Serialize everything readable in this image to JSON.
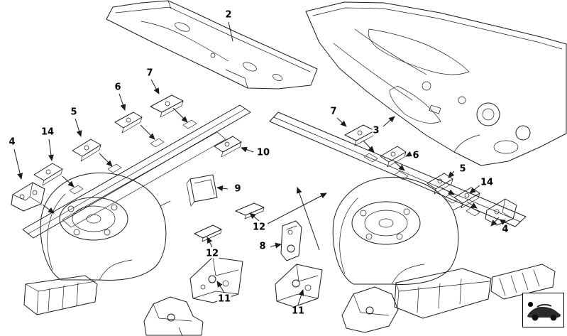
{
  "diagram": {
    "type": "exploded-parts-diagram",
    "description": "car front body bracket parts diagram",
    "callouts": [
      {
        "label": "2"
      },
      {
        "label": "7"
      },
      {
        "label": "6"
      },
      {
        "label": "5"
      },
      {
        "label": "14"
      },
      {
        "label": "4"
      },
      {
        "label": "10"
      },
      {
        "label": "9"
      },
      {
        "label": "3"
      },
      {
        "label": "7"
      },
      {
        "label": "6"
      },
      {
        "label": "5"
      },
      {
        "label": "14"
      },
      {
        "label": "4"
      },
      {
        "label": "12"
      },
      {
        "label": "8"
      },
      {
        "label": "12"
      },
      {
        "label": "11"
      },
      {
        "label": "11"
      }
    ],
    "thumbnail": {
      "icon": "car-side-silhouette",
      "marker": "location-dot"
    }
  },
  "colors": {
    "line": "#1c1c1c",
    "background": "#ffffff",
    "thumbnail_fill": "#2b2b2b"
  }
}
